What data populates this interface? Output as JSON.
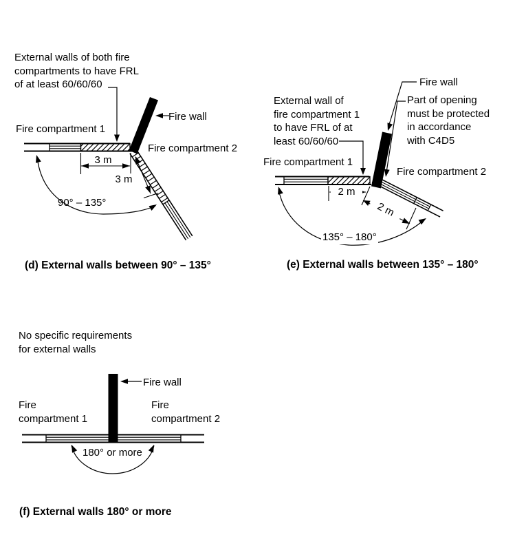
{
  "colors": {
    "ink": "#000000",
    "paper": "#ffffff"
  },
  "panels": {
    "d": {
      "caption": "(d) External walls between 90° – 135°",
      "note_lines": [
        "External walls of both fire",
        "compartments to have FRL",
        "of at least 60/60/60"
      ],
      "compartment1": "Fire compartment 1",
      "compartment2": "Fire compartment 2",
      "fire_wall": "Fire wall",
      "dim_horizontal": "3 m",
      "dim_diagonal": "3 m",
      "angle": "90° – 135°"
    },
    "e": {
      "caption": "(e) External walls between 135° – 180°",
      "note_lines": [
        "External wall of",
        "fire compartment 1",
        "to have FRL of at",
        "least 60/60/60"
      ],
      "opening_lines": [
        "Part of opening",
        "must be protected",
        "in accordance",
        "with C4D5"
      ],
      "compartment1": "Fire compartment 1",
      "compartment2": "Fire compartment 2",
      "fire_wall": "Fire wall",
      "dim_horizontal": "2 m",
      "dim_diagonal": "2 m",
      "angle": "135° – 180°"
    },
    "f": {
      "caption": "(f) External walls 180° or more",
      "note_lines": [
        "No specific requirements",
        "for external walls"
      ],
      "compartment1_lines": [
        "Fire",
        "compartment 1"
      ],
      "compartment2_lines": [
        "Fire",
        "compartment 2"
      ],
      "fire_wall": "Fire wall",
      "angle": "180° or more"
    }
  }
}
